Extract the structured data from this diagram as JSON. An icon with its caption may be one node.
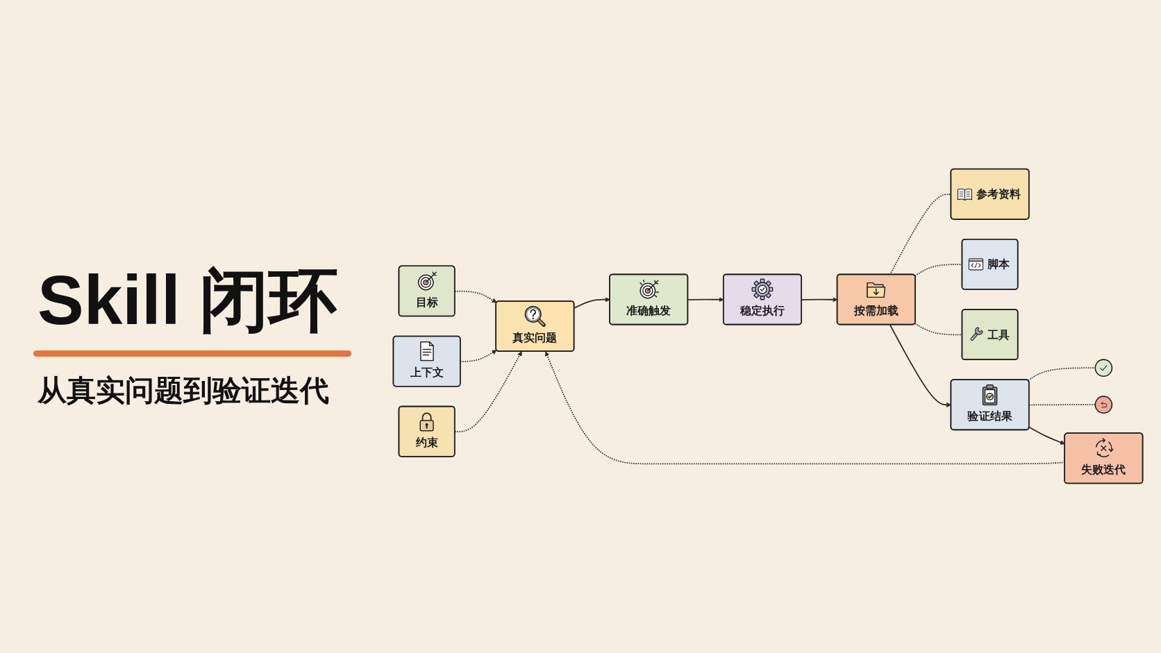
{
  "diagram": {
    "title": "Skill 闭环",
    "nodes": [
      {
        "text": [
          "目标"
        ]
      },
      {
        "text": [
          "上下文"
        ]
      },
      {
        "text": [
          "约束"
        ]
      },
      {
        "text": [
          "真实问题"
        ]
      },
      {
        "text": [
          "准确触发"
        ]
      },
      {
        "text": [
          "稳定执行"
        ]
      },
      {
        "text": [
          "按需加载"
        ]
      },
      {
        "text": [
          "参考资料"
        ]
      },
      {
        "text": [
          "脚本"
        ]
      },
      {
        "text": [
          "工具"
        ]
      },
      {
        "text": [
          "验证结果"
        ]
      },
      {
        "text": [],
        "shape": "circle"
      },
      {
        "text": [],
        "shape": "circle"
      },
      {
        "text": [
          "失败迭代"
        ]
      }
    ],
    "edges": [
      {
        "from": 0,
        "to": 3,
        "arrow": "to",
        "style": "dashed"
      },
      {
        "from": 1,
        "to": 3,
        "arrow": "to",
        "style": "dashed"
      },
      {
        "from": 2,
        "to": 3,
        "arrow": "to",
        "style": "dashed"
      },
      {
        "from": 3,
        "to": 4,
        "arrow": "to"
      },
      {
        "from": 4,
        "to": 5,
        "arrow": "to"
      },
      {
        "from": 5,
        "to": 6,
        "arrow": "to"
      },
      {
        "from": 6,
        "to": 7,
        "arrow": "none",
        "style": "dashed"
      },
      {
        "from": 6,
        "to": 8,
        "arrow": "none",
        "style": "dashed"
      },
      {
        "from": 6,
        "to": 9,
        "arrow": "none",
        "style": "dashed"
      },
      {
        "from": 6,
        "to": 10,
        "arrow": "to"
      },
      {
        "from": 10,
        "to": 11,
        "arrow": "none",
        "style": "dashed"
      },
      {
        "from": 10,
        "to": 12,
        "arrow": "none",
        "style": "dashed"
      },
      {
        "from": 10,
        "to": 13,
        "arrow": "to"
      },
      {
        "from": 13,
        "to": 3,
        "arrow": "to",
        "style": "dashed"
      }
    ],
    "labels": [
      "从真实问题到验证迭代"
    ]
  }
}
